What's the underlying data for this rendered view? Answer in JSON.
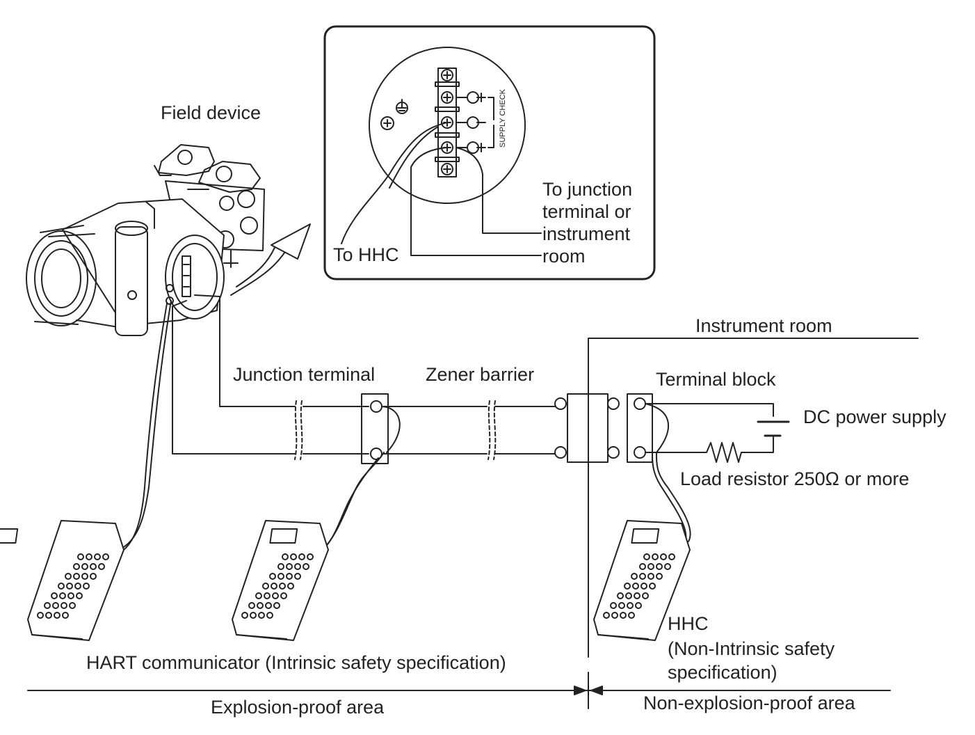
{
  "labels": {
    "field_device": "Field device",
    "to_junction_line1": "To junction",
    "to_junction_line2": "terminal or",
    "to_junction_line3": "instrument",
    "to_junction_line4": "room",
    "to_hhc": "To HHC",
    "supply_check": "SUPPLY CHECK",
    "instrument_room": "Instrument room",
    "junction_terminal": "Junction terminal",
    "zener_barrier": "Zener barrier",
    "terminal_block": "Terminal block",
    "dc_power_supply": "DC power supply",
    "load_resistor": "Load resistor 250Ω or more",
    "hhc_line1": "HHC",
    "hhc_line2": "(Non-Intrinsic safety",
    "hhc_line3": "specification)",
    "hart_communicator": "HART communicator (Intrinsic safety specification)",
    "explosion_proof_area": "Explosion-proof area",
    "non_explosion_proof_area": "Non-explosion-proof area"
  },
  "colors": {
    "line": "#222222",
    "background": "#ffffff"
  }
}
